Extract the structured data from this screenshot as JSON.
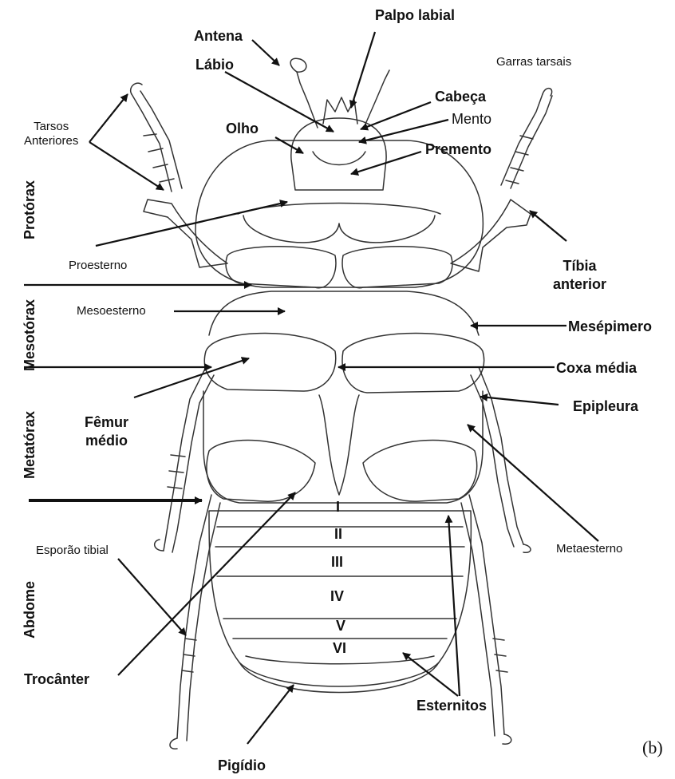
{
  "regions": {
    "protorax": "Protórax",
    "mesotorax": "Mesotórax",
    "metatorax": "Metatórax",
    "abdome": "Abdome"
  },
  "labels": {
    "antena": "Antena",
    "palpo_labial": "Palpo labial",
    "labio": "Lábio",
    "garras_tarsais": "Garras tarsais",
    "tarsos_anteriores": "Tarsos\nAnteriores",
    "cabeca": "Cabeça",
    "mento": "Mento",
    "olho": "Olho",
    "premento": "Premento",
    "proesterno": "Proesterno",
    "tibia_anterior": "Tíbia\nanterior",
    "mesoesterno": "Mesoesterno",
    "mesepimero": "Mesépimero",
    "coxa_media": "Coxa média",
    "epipleura": "Epipleura",
    "femur_medio": "Fêmur\nmédio",
    "metaesterno": "Metaesterno",
    "esporao_tibial": "Esporão tibial",
    "trocanter": "Trocânter",
    "esternitos": "Esternitos",
    "pigidio": "Pigídio"
  },
  "sternites": [
    "I",
    "II",
    "III",
    "IV",
    "V",
    "VI"
  ],
  "figure_letter": "(b)"
}
